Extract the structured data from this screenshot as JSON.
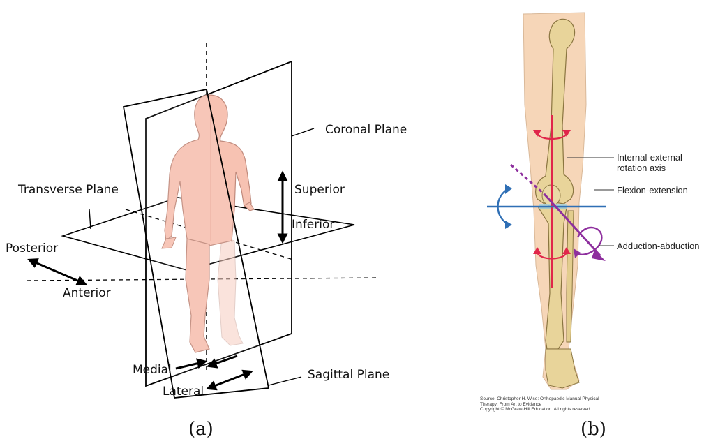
{
  "panel_a": {
    "caption": "(a)",
    "labels": {
      "coronal": "Coronal Plane",
      "transverse": "Transverse Plane",
      "sagittal": "Sagittal Plane",
      "superior": "Superior",
      "inferior": "Inferior",
      "posterior": "Posterior",
      "anterior": "Anterior",
      "medial": "Medial",
      "lateral": "Lateral"
    }
  },
  "panel_b": {
    "caption": "(b)",
    "labels": {
      "rotation_line1": "Internal-external",
      "rotation_line2": "rotation axis",
      "flexion": "Flexion-extension",
      "adduction": "Adduction-abduction"
    },
    "source_lines": [
      "Source: Christopher H. Wise: Orthopaedic Manual Physical",
      "Therapy: From Art to Evidence",
      "Copyright © McGraw-Hill Education. All rights reserved."
    ],
    "colors": {
      "rotation_axis": "#e0264a",
      "flexion_axis": "#2f6fb5",
      "adduction_axis": "#8e2f9e",
      "skin": "#f6d6b8",
      "bone": "#e8d49a"
    }
  }
}
